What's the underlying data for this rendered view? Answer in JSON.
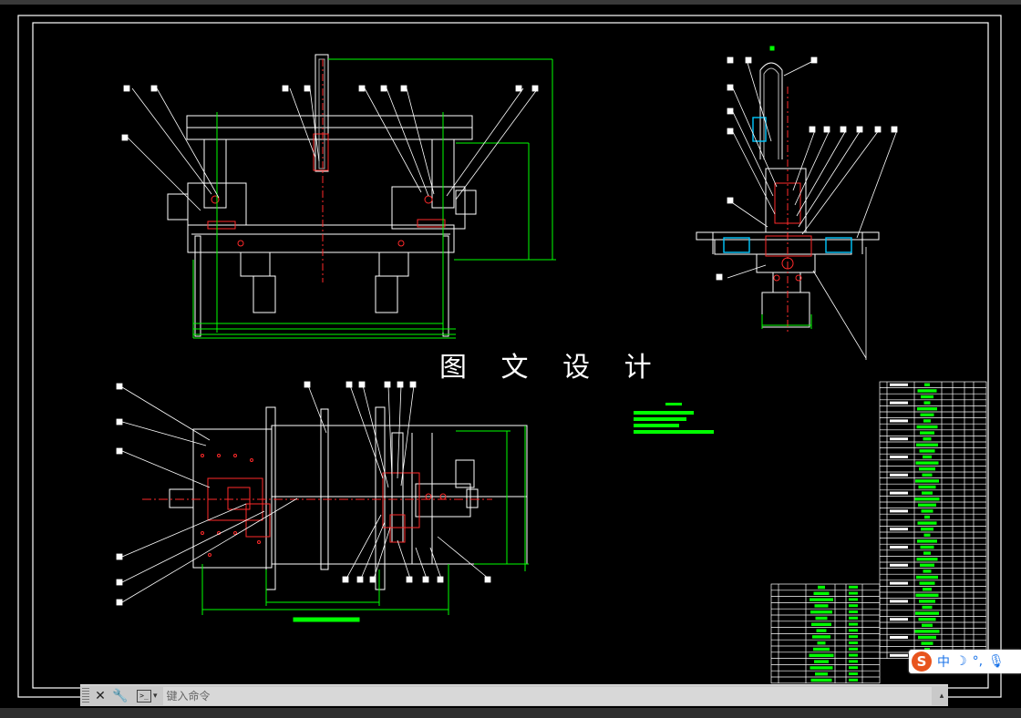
{
  "watermark": {
    "text": "图 文 设 计"
  },
  "command_line": {
    "close_icon": "close-icon",
    "customize_icon": "wrench-icon",
    "prompt_icon_glyph": ">_",
    "prompt_dropdown_icon": "chevron-down-icon",
    "placeholder": "键入命令",
    "history_icon": "chevron-up-icon"
  },
  "ime": {
    "logo": "S",
    "mode": "中",
    "moon": "☽",
    "punct": "°,",
    "mic": "🎙"
  },
  "colors": {
    "background": "#000000",
    "frame": "#ffffff",
    "dimension": "#00ff00",
    "red_detail": "#ff2a2a",
    "center_line": "#ff3333",
    "cmd_bar": "#c9c9c9",
    "ime_accent": "#e8541e"
  }
}
